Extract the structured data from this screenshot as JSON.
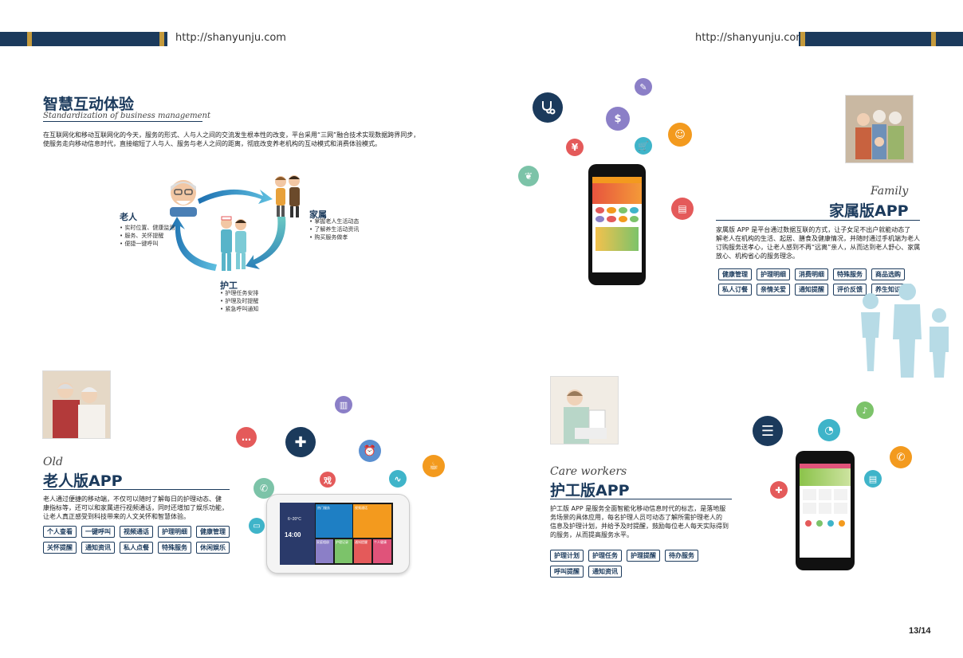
{
  "header": {
    "url_left": "http://shanyunju.com",
    "url_right": "http://shanyunju.com"
  },
  "page_number": "13/14",
  "smart": {
    "title": "智慧互动体验",
    "subtitle": "Standardization of business management",
    "lines": [
      "在互联网化和移动互联网化的今天，服务的形式、人与人之间的交流发生根本性的改变，平台采用“三网”融合技术实现数据跨界同步，",
      "使服务走向移动信息时代，直接缩短了人与人、服务与老人之间的距离，彻底改变养老机构的互动模式和消费体验模式。"
    ],
    "roles": {
      "elder": {
        "name": "老人",
        "items": [
          "• 实时位置、健康监测",
          "• 服务、关怀提醒",
          "• 便捷一键呼叫"
        ]
      },
      "family": {
        "name": "家属",
        "items": [
          "• 掌握老人生活动态",
          "• 了解养生活动资讯",
          "• 购买服务做孝"
        ]
      },
      "nurse": {
        "name": "护工",
        "items": [
          "• 护理任务安排",
          "• 护理及时提醒",
          "• 紧急呼叫通知"
        ]
      }
    }
  },
  "family": {
    "script": "Family",
    "title": "家属版APP",
    "lines": [
      "家属版 APP 是平台通过数据互联的方式，让子女足不出户就能动态了",
      "解老人在机构的生活、起居、膳食及健康情况，并随时通过手机端为老人",
      "订购服务送孝心，让老人感到不再“远离”亲人，从而达到老人舒心、家属",
      "放心、机构省心的服务理念。"
    ],
    "tags": [
      "健康管理",
      "护理明细",
      "消费明细",
      "特殊服务",
      "商品选购",
      "私人订餐",
      "亲情关爱",
      "通知提醒",
      "评价反馈",
      "养生知识"
    ]
  },
  "old": {
    "script": "Old",
    "title": "老人版APP",
    "lines": [
      "老人通过便捷的移动端，不仅可以随时了解每日的护理动态、健",
      "康指标等，还可以和家属进行视频通话，同时还增加了娱乐功能，",
      "让老人真正感受到科技带来的人文关怀和智慧体验。"
    ],
    "tags": [
      "个人查看",
      "一键呼叫",
      "视频通话",
      "护理明细",
      "健康管理",
      "关怀提醒",
      "通知资讯",
      "私人点餐",
      "特殊服务",
      "休闲娱乐"
    ],
    "icon_xi": "戏",
    "tablet": {
      "temp": "6~20°C",
      "time": "14:00",
      "tiles": [
        "热门服务",
        "视频通话",
        "呼叫按键",
        "家庭相册",
        "护理记录",
        "通知提醒",
        "个人健康"
      ]
    }
  },
  "care": {
    "script": "Care workers",
    "title": "护工版APP",
    "lines": [
      "护工版 APP 是服务全面智能化移动信息时代的标志，是落地服",
      "务场景的具体应用，每名护理人员可动态了解所需护理老人的",
      "信息及护理计划，并给予及时提醒，鼓励每位老人每天实际得到",
      "的服务，从而提高服务水平。"
    ],
    "tags": [
      "护理计划",
      "护理任务",
      "护理提醒",
      "待办服务",
      "呼叫提醒",
      "通知资讯"
    ]
  },
  "icons": {
    "family": [
      "stethoscope-icon",
      "money-bag-icon",
      "edit-icon",
      "yuan-icon",
      "cart-icon",
      "chat-icon",
      "leaf-icon",
      "bill-icon"
    ],
    "old": [
      "book-icon",
      "message-icon",
      "medkit-icon",
      "alarm-icon",
      "phone-icon",
      "pulse-icon",
      "tea-icon",
      "tv-icon"
    ],
    "care": [
      "checklist-icon",
      "timer-icon",
      "bell-icon",
      "call-icon",
      "note-icon",
      "medical-icon"
    ]
  },
  "colors": {
    "navy": "#1b3a5c",
    "gold": "#c49a3c",
    "teal": "#4aa9c9",
    "orange": "#f39a1e",
    "red": "#e45a5a",
    "purple": "#8b7fc7",
    "green": "#7cc36a"
  }
}
